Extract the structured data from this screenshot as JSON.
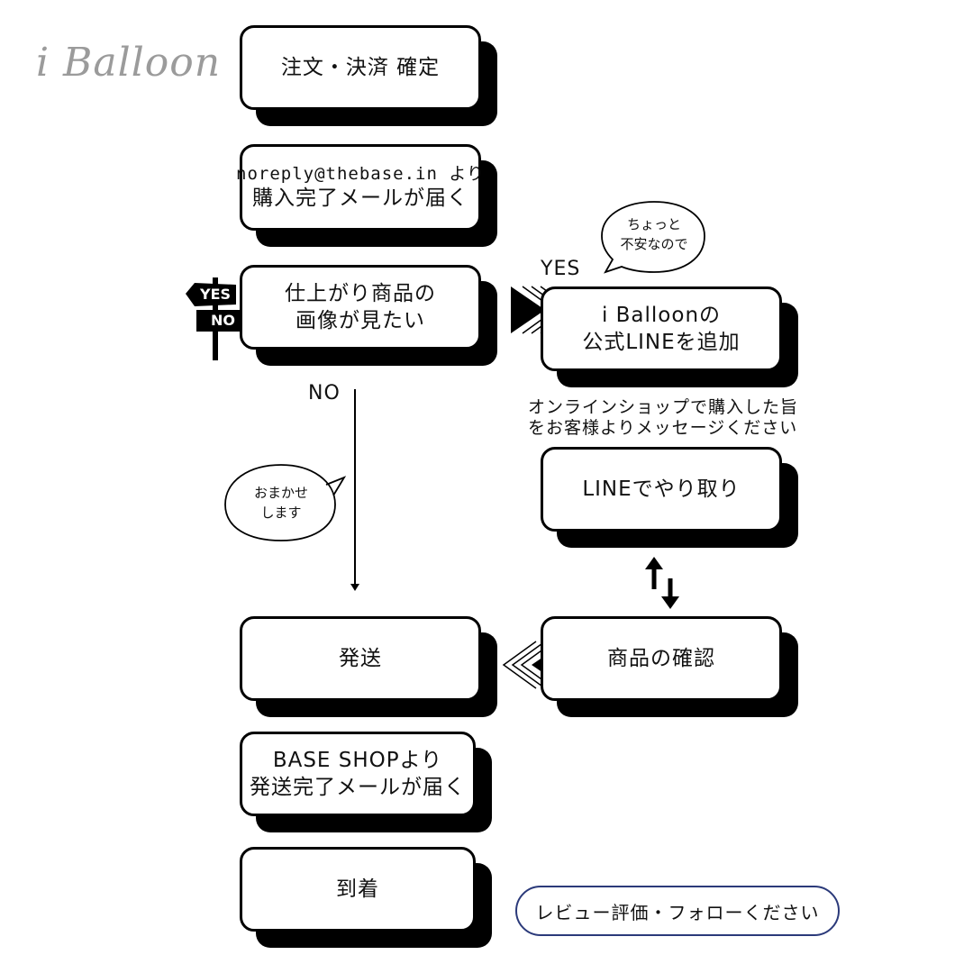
{
  "logo": "i Balloon",
  "steps": {
    "order": "注文・決済 確定",
    "mail_from": "noreply@thebase.in より",
    "mail_text": "購入完了メールが届く",
    "want_photo_1": "仕上がり商品の",
    "want_photo_2": "画像が見たい",
    "line_add_1": "i Balloonの",
    "line_add_2": "公式LINEを追加",
    "line_chat": "LINEでやり取り",
    "confirm": "商品の確認",
    "ship": "発送",
    "ship_mail_1": "BASE SHOPより",
    "ship_mail_2": "発送完了メールが届く",
    "arrive": "到着"
  },
  "labels": {
    "yes": "YES",
    "no": "NO"
  },
  "sign": {
    "yes": "YES",
    "no": "NO"
  },
  "notes": {
    "line_msg_1": "オンラインショップで購入した旨",
    "line_msg_2": "をお客様よりメッセージください"
  },
  "bubbles": {
    "worried_1": "ちょっと",
    "worried_2": "不安なので",
    "leave_1": "おまかせ",
    "leave_2": "します"
  },
  "review": "レビュー評価・フォローください"
}
